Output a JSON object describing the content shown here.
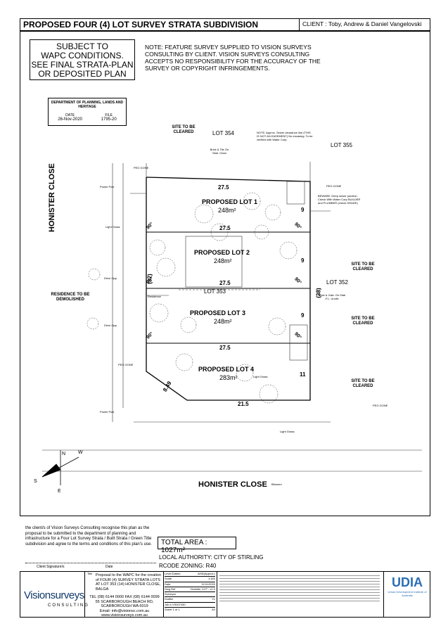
{
  "header": {
    "title": "PROPOSED FOUR (4) LOT SURVEY STRATA SUBDIVISION",
    "client": "CLIENT : Toby, Andrew & Daniel Vangelovski"
  },
  "subject_box": [
    "SUBJECT TO",
    "WAPC CONDITIONS.",
    "SEE FINAL STRATA-PLAN",
    "OR DEPOSITED PLAN"
  ],
  "note": "NOTE: FEATURE SURVEY SUPPLIED TO VISION SURVEYS CONSULTING BY CLIENT. VISION SURVEYS CONSULTING ACCEPTS NO RESPONSIBILITY FOR THE ACCURACY OF THE SURVEY OR COPYRIGHT INFRINGEMENTS.",
  "stamp": {
    "heading": "DEPARTMENT OF PLANNING, LANDS AND HERITAGE",
    "date_label": "DATE",
    "date": "26-Nov-2020",
    "file_label": "FILE",
    "file": "1795-20"
  },
  "plan": {
    "site_cleared": "SITE TO BE CLEARED",
    "lot354": "LOT 354",
    "lot355": "LOT 355",
    "lot352": "LOT 352",
    "lot353": "LOT 353",
    "lots": [
      {
        "name": "PROPOSED LOT 1",
        "area": "248m²"
      },
      {
        "name": "PROPOSED LOT 2",
        "area": "248m²"
      },
      {
        "name": "PROPOSED LOT 3",
        "area": "248m²"
      },
      {
        "name": "PROPOSED LOT 4",
        "area": "283m²"
      }
    ],
    "dims": {
      "d1": "27.5",
      "d2": "27.5",
      "d3": "27.5",
      "d4": "27.5",
      "d5": "21.5",
      "d6": "8.49",
      "d7": "9",
      "d8": "9",
      "d9": "9",
      "d10": "11",
      "d11": "(32)",
      "d12": "(38)"
    },
    "angles": [
      "90°",
      "90°",
      "90°",
      "90°",
      "90°",
      "90°"
    ],
    "street_side": "HONISTER CLOSE",
    "street_bottom": "HONISTER CLOSE",
    "bitumen": "Bitumen",
    "residence": "RESIDENCE TO BE DEMOLISHED",
    "north_n": "N",
    "north_w": "W",
    "north_s": "S",
    "north_e": "E",
    "note_sewer": "NOTE: Approx. Sewer clearance line (THIS IS NOT AN EASEMENT) No encasing. To be verified with Water Corp.",
    "note_beware": "BEWARE: Deep sewer junction. Check With Water Corp BUILDER and PLUMBER (check GRADE)",
    "brick_tile_1": "Brick & Tile On Slab -Clear",
    "brick_tile_2": "Brick & Galv. On Slab -F.L. Unobt.",
    "peg_gone": "PEG GONE",
    "power_pole": "Power Pole",
    "drive_opp": "Drive Opp",
    "light_grass": "Light Grass",
    "residence_label": "Residence"
  },
  "declaration": {
    "text": "the client/s of Vision Surveys Consulting recognise this plan as the proposal to be submitted to the department of planning and infrastructure for a Four Lot Survey Strata / Built Strata / Green Title subdivision and agree to the terms and conditions of this plan's use.",
    "signatures": "Client Signature/s",
    "date": "Date"
  },
  "summary": {
    "total_area": "TOTAL AREA : 1027m²",
    "local_authority": "LOCAL AUTHORITY: CITY OF STIRLING",
    "zoning": "RCODE ZONING: R40"
  },
  "title_block": {
    "title_label": "Title",
    "description": "Proposal to the WAPC for the creation of FOUR (4) SURVEY STRATA LOTS AT LOT 353 (14) HONISTER CLOSE, BALGA",
    "contact": "TEL (08) 6144 0000 FAX (08) 6144 0099",
    "address1": "55 SCARBOROUGH BEACH RD,",
    "address2": "SCARBOROUGH WA 6019",
    "email": "Email: info@visionsc.com.au",
    "web": "www.visionsurveys.com.au",
    "logo_word": "Visionsurveys",
    "logo_sub": "CONSULTING",
    "fields": [
      [
        "Level Datum",
        "AHD(Approx.)"
      ],
      [
        "Scale",
        "1:300"
      ],
      [
        "Date",
        "11/11/2020"
      ],
      [
        "Dwg Ref",
        "Honister 14 P - v1.0"
      ],
      [
        "Surveyor",
        ""
      ],
      [
        "Drafter",
        "YL"
      ]
    ],
    "job": "Job # VS007430",
    "sheet": "Sheet 1 of 1",
    "sheet_size": "A3",
    "udia": "UDIA",
    "udia_sub": "Urban Development Institute of Australia"
  }
}
